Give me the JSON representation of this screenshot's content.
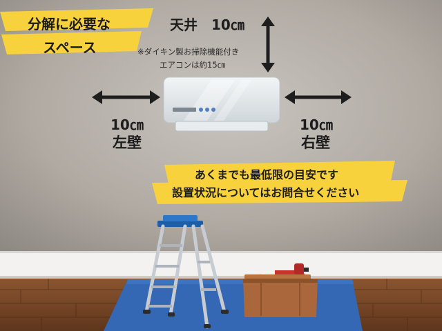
{
  "title": {
    "line1": "分解に必要な",
    "line2": "スペース"
  },
  "ceiling": {
    "text": "天井　10㎝"
  },
  "note": {
    "line1": "※ダイキン製お掃除機能付き",
    "line2": "エアコンは約15㎝"
  },
  "left": {
    "dimension": "10㎝",
    "label": "左壁"
  },
  "right": {
    "dimension": "10㎝",
    "label": "右壁"
  },
  "disclaimer": {
    "line1": "あくまでも最低限の目安です",
    "line2": "設置状況についてはお問合せください"
  },
  "colors": {
    "wall": "#ada79f",
    "highlight": "#f7d23c",
    "arrow": "#1e1e1e",
    "floor": "#7a4a29",
    "mat": "#3467b4",
    "ladder": "#2c77c8",
    "toolbox": "#a9673b",
    "drill": "#c9322d",
    "aircon": "#e3e8ea"
  }
}
